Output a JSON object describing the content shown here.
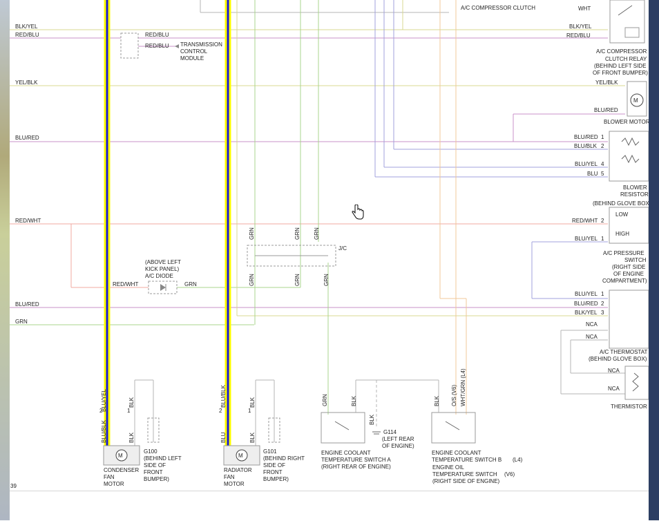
{
  "wire_labels": {
    "left": [
      "BLK/YEL",
      "RED/BLU",
      "YEL/BLK",
      "BLU/RED",
      "RED/WHT",
      "BLU/RED",
      "GRN"
    ],
    "tcm_wires": [
      "RED/BLU",
      "RED/BLU"
    ],
    "right": [
      {
        "text": "WHT"
      },
      {
        "text": "BLK/YEL"
      },
      {
        "text": "RED/BLU"
      },
      {
        "text": "YEL/BLK"
      },
      {
        "text": "BLU/RED"
      },
      {
        "text": "BLU/RED",
        "pin": "1"
      },
      {
        "text": "BLU/BLK",
        "pin": "2"
      },
      {
        "text": "BLU/YEL",
        "pin": "4"
      },
      {
        "text": "BLU",
        "pin": "5"
      },
      {
        "text": "RED/WHT",
        "pin": "2"
      },
      {
        "text": "BLU/YEL",
        "pin": "1"
      },
      {
        "text": "BLU/YEL",
        "pin": "1"
      },
      {
        "text": "BLU/RED",
        "pin": "2"
      },
      {
        "text": "BLK/YEL",
        "pin": "3"
      },
      {
        "text": "NCA"
      },
      {
        "text": "NCA"
      },
      {
        "text": "NCA"
      },
      {
        "text": "NCA"
      }
    ],
    "diode_in": "RED/WHT",
    "diode_out": "GRN",
    "jc_grn": [
      "GRN",
      "GRN",
      "GRN",
      "GRN",
      "GRN",
      "GRN"
    ],
    "bottom": [
      {
        "text": "BLU/YEL",
        "pin": "2"
      },
      {
        "text": "BLK",
        "pin": "1"
      },
      {
        "text": "BLU/BLK"
      },
      {
        "text": "BLK"
      },
      {
        "text": "BLU/BLK",
        "pin": "2"
      },
      {
        "text": "BLK",
        "pin": "1"
      },
      {
        "text": "BLU"
      },
      {
        "text": "BLK"
      },
      {
        "text": "GRN"
      },
      {
        "text": "BLK"
      },
      {
        "text": "BLK"
      },
      {
        "text": "BLK"
      },
      {
        "text": "O/S (V6)"
      },
      {
        "text": "WHT/GRN (L4)"
      }
    ]
  },
  "components": {
    "ac_compressor_clutch": "A/C COMPRESSOR CLUTCH",
    "ac_clutch_relay": [
      "A/C COMPRESSOR",
      "CLUTCH RELAY",
      "(BEHIND LEFT SIDE",
      "OF FRONT BUMPER)"
    ],
    "tcm": [
      "TRANSMISSION",
      "CONTROL",
      "MODULE"
    ],
    "blower_motor": "BLOWER MOTOR",
    "blower_resistor": [
      "BLOWER",
      "RESISTOR",
      "(BEHIND GLOVE BOX)"
    ],
    "pressure_switch_states": [
      "LOW",
      "HIGH"
    ],
    "ac_pressure_switch": [
      "A/C PRESSURE",
      "SWITCH",
      "(RIGHT SIDE",
      "OF ENGINE",
      "COMPARTMENT)"
    ],
    "ac_diode": [
      "(ABOVE LEFT",
      "KICK PANEL)",
      "A/C DIODE"
    ],
    "jc": "J/C",
    "ac_thermostat": [
      "A/C THERMOSTAT",
      "(BEHIND GLOVE BOX)"
    ],
    "thermistor": "THERMISTOR",
    "g100": [
      "G100",
      "(BEHIND LEFT",
      "SIDE OF",
      "FRONT",
      "BUMPER)"
    ],
    "condenser_fan": [
      "CONDENSER",
      "FAN",
      "MOTOR"
    ],
    "g101": [
      "G101",
      "(BEHIND RIGHT",
      "SIDE OF",
      "FRONT",
      "BUMPER)"
    ],
    "radiator_fan": [
      "RADIATOR",
      "FAN",
      "MOTOR"
    ],
    "g114": [
      "G114",
      "(LEFT REAR",
      "OF ENGINE)"
    ],
    "ect_switch_a": [
      "ENGINE COOLANT",
      "TEMPERATURE SWITCH A",
      "(RIGHT REAR OF ENGINE)"
    ],
    "ect_switch_b": [
      "ENGINE COOLANT",
      "TEMPERATURE SWITCH B",
      "(L4)"
    ],
    "oil_temp_switch": [
      "ENGINE OIL",
      "TEMPERATURE SWITCH",
      "(V6)",
      "(RIGHT SIDE OF ENGINE)"
    ],
    "motor_symbol": "M"
  },
  "page_number": "39",
  "colors": {
    "highlight_wire": "#1a1ad8",
    "highlight_glow": "#ffff00",
    "wire_green": "#a8d48c",
    "wire_purple": "#c890c8",
    "wire_blue": "#a0a0dc",
    "wire_pink": "#f0a8a0",
    "wire_yellow": "#d8d890",
    "wire_orange": "#f0c898",
    "wire_gray": "#b4b4b4"
  }
}
